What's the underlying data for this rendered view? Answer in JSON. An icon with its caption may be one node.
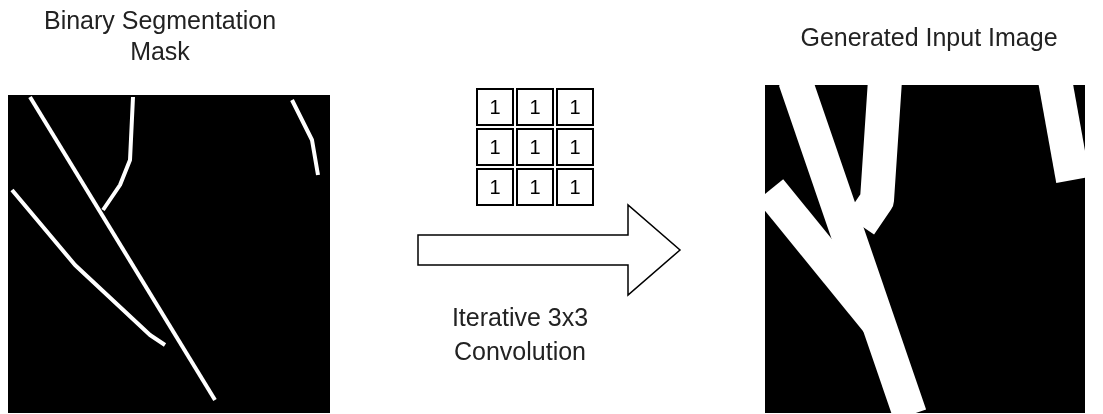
{
  "diagram": {
    "nodes": [
      {
        "text": [
          "Binary Segmentation Mask"
        ]
      },
      {
        "text": [
          "Generated Input Image"
        ]
      }
    ],
    "edges": [
      {
        "from": 0,
        "to": 1,
        "arrow": "to",
        "label": "Iterative 3x3 Convolution"
      }
    ],
    "labels": [
      "1",
      "1",
      "1",
      "1",
      "1",
      "1",
      "1",
      "1",
      "1"
    ]
  }
}
